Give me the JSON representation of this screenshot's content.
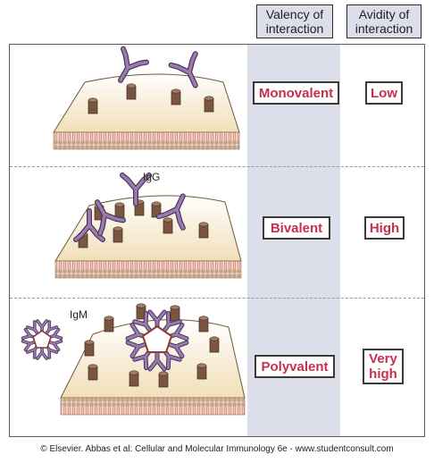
{
  "headers": {
    "valency": "Valency of\ninteraction",
    "avidity": "Avidity of\ninteraction"
  },
  "rows": [
    {
      "valency": "Monovalent",
      "avidity": "Low"
    },
    {
      "valency": "Bivalent",
      "avidity": "High",
      "antibody_label": "IgG"
    },
    {
      "valency": "Polyvalent",
      "avidity": "Very\nhigh",
      "antibody_label": "IgM"
    }
  ],
  "credit": "© Elsevier. Abbas et al: Cellular and Molecular Immunology 6e - www.studentconsult.com",
  "colors": {
    "label_text": "#c62f4f",
    "column_band": "#dcdfe9",
    "antibody": "#7d5a8f",
    "antigen": "#7a5540",
    "cell_surface": "#f5e7c3",
    "membrane": "#e8b7a8"
  }
}
